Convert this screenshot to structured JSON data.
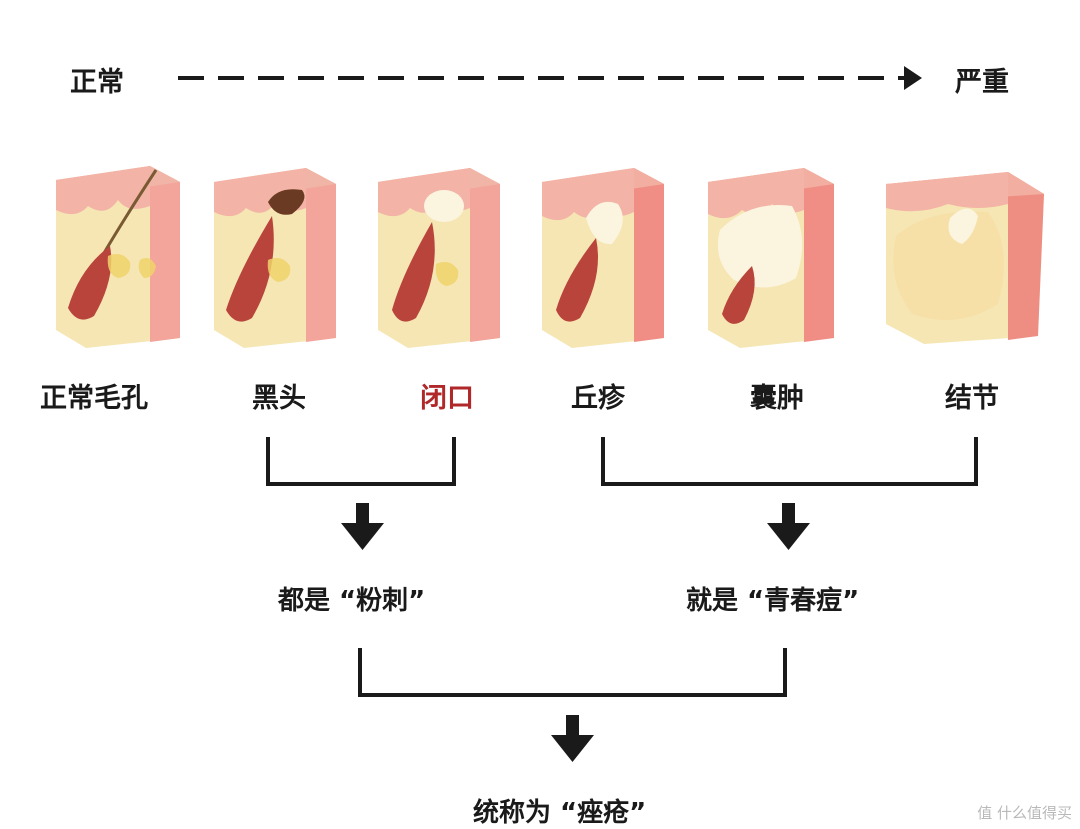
{
  "scale": {
    "start": "正常",
    "end": "严重"
  },
  "stages": [
    {
      "label": "正常毛孔"
    },
    {
      "label": "黑头"
    },
    {
      "label": "闭口"
    },
    {
      "label": "丘疹"
    },
    {
      "label": "囊肿"
    },
    {
      "label": "结节"
    }
  ],
  "groups": {
    "comedo": "都是 “粉刺”",
    "pimple": "就是 “青春痘”",
    "acne": "统称为 “痤疮”"
  },
  "colors": {
    "highlight_label": "#b0282a",
    "line": "#1a1a1a"
  },
  "watermark": "值 什么值得买"
}
